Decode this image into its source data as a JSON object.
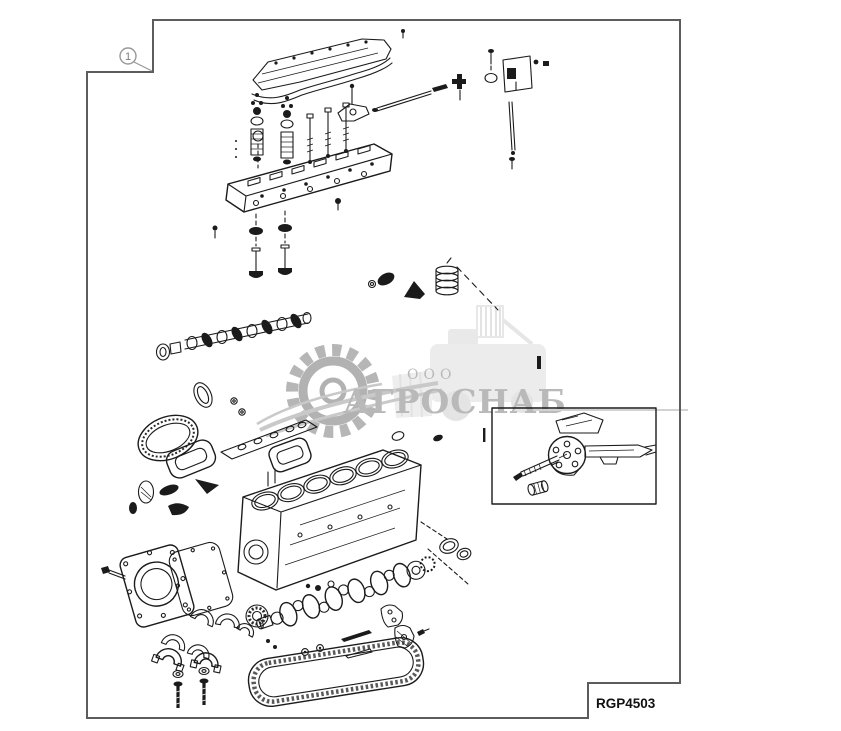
{
  "figure": {
    "callout_number": "1",
    "figure_code": "RGP4503"
  },
  "watermark": {
    "company_prefix": "ООО",
    "company_name": "АГРОСНАБ"
  },
  "colors": {
    "paper": "#ffffff",
    "ink": "#1b1b1b",
    "frame": "#5c5c5c",
    "callout": "#8e8e8e",
    "figure_code_color": "#111111",
    "watermark_text": "#b9b9b9",
    "watermark_gear": "#aeaeae",
    "watermark_vehicle": "#e6e6e6",
    "watermark_line": "#d0d0d0"
  },
  "diagram": {
    "type": "exploded-parts-diagram",
    "subject": "engine-assembly",
    "parts": [
      "valve-cover",
      "valve-cover-gasket",
      "valve-spring-kits",
      "cylinder-head-studs",
      "rocker-support",
      "push-rod",
      "breather-screw",
      "breather-gasket",
      "side-plate",
      "tee-fitting",
      "long-push-rod",
      "cylinder-head",
      "intake-valve",
      "exhaust-valve",
      "valve-seal-ring",
      "valve-rotator",
      "valve-collets",
      "valve-spring",
      "dowel-pin",
      "camshaft",
      "camshaft-thrust-washer",
      "small-oval-gasket",
      "sealing-rings",
      "side-cover-gasket",
      "block-ring-gasket",
      "head-gasket",
      "seal-set",
      "engine-block",
      "cylinder-bores",
      "bearing-shell-rings",
      "rear-seal-housing",
      "rear-seal-gasket",
      "housing-bolt",
      "main-bearing-shells",
      "thrust-ring",
      "main-bearing-caps",
      "crankshaft",
      "crank-gear",
      "oil-pan-gasket",
      "oil-pan-bolts",
      "sealing-strips",
      "cap-brackets",
      "piston-conrod-inset",
      "conrod-assembly",
      "piston-pin",
      "pin-bushing",
      "leader-lines"
    ]
  }
}
